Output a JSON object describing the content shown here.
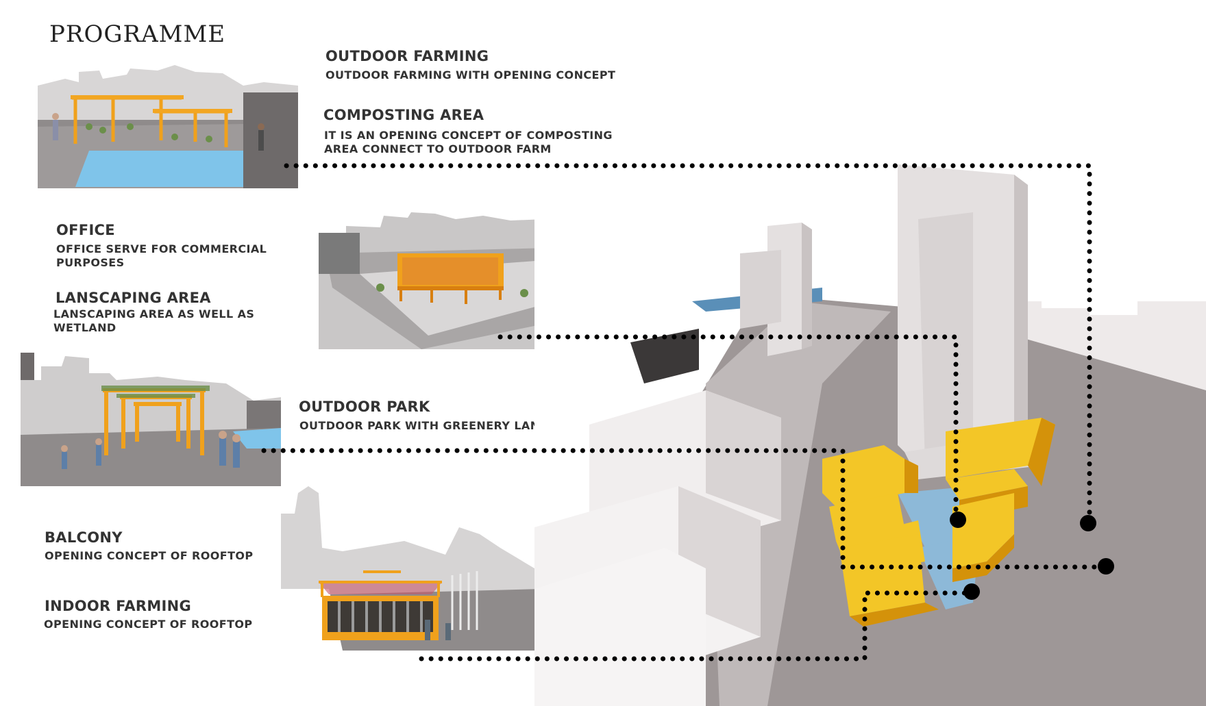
{
  "title": "PROGRAMME",
  "programmes": [
    {
      "heading": "OUTDOOR FARMING",
      "description": "OUTDOOR FARMING WITH OPENING CONCEPT"
    },
    {
      "heading": "COMPOSTING AREA",
      "description_lines": [
        "IT IS AN OPENING CONCEPT OF COMPOSTING",
        "AREA CONNECT TO OUTDOOR FARM"
      ]
    },
    {
      "heading": "OFFICE",
      "description_lines": [
        "OFFICE SERVE FOR COMMERCIAL",
        "PURPOSES"
      ]
    },
    {
      "heading": "LANSCAPING AREA",
      "description_lines": [
        "LANSCAPING AREA AS WELL AS",
        "WETLAND"
      ]
    },
    {
      "heading": "OUTDOOR PARK",
      "description": "OUTDOOR PARK WITH GREENERY LANDSCAPING"
    },
    {
      "heading": "BALCONY",
      "description": "OPENING CONCEPT OF ROOFTOP"
    },
    {
      "heading": "INDOOR FARMING",
      "description": "OPENING CONCEPT OF ROOFTOP"
    }
  ],
  "colors": {
    "accent": "#f2b705",
    "accent_dark": "#d4920a",
    "water": "#7fb8dd",
    "building": "#e9e6e6",
    "ground": "#9a9494",
    "leader": "#000000"
  }
}
